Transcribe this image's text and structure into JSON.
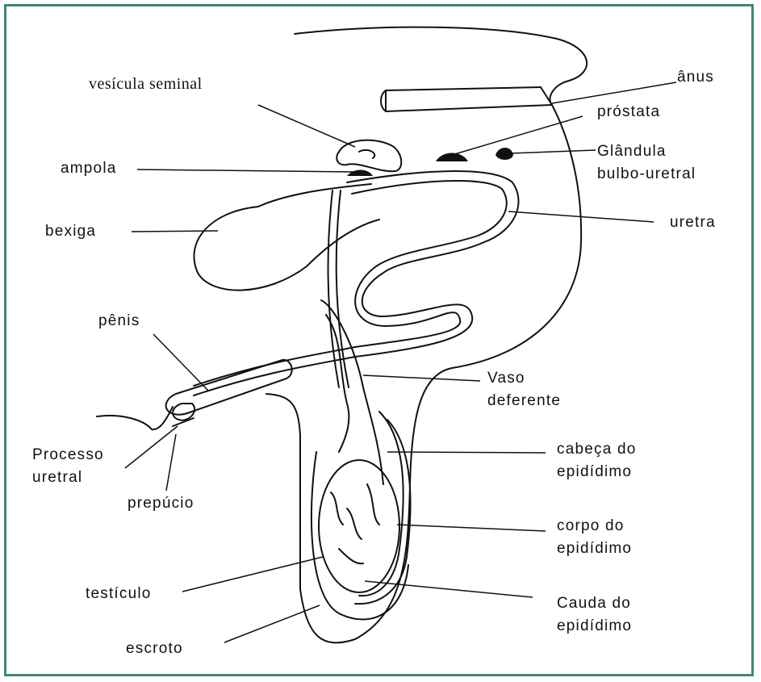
{
  "colors": {
    "frame_border": "#3f8a6a",
    "ink": "#111111"
  },
  "labels": {
    "anus": "ânus",
    "prostata": "próstata",
    "vesicula_seminal": "vesícula seminal",
    "ampola": "ampola",
    "glandula_1": "Glândula",
    "glandula_2": "bulbo-uretral",
    "bexiga": "bexiga",
    "uretra": "uretra",
    "penis": "pênis",
    "vaso_1": "Vaso",
    "vaso_2": "deferente",
    "processo_1": "Processo",
    "processo_2": "uretral",
    "prepucio": "prepúcio",
    "cabeca_1": "cabeça do",
    "cabeca_2": "epidídimo",
    "corpo_1": "corpo do",
    "corpo_2": "epidídimo",
    "testiculo": "testículo",
    "cauda_1": "Cauda do",
    "cauda_2": "epidídimo",
    "escroto": "escroto"
  }
}
